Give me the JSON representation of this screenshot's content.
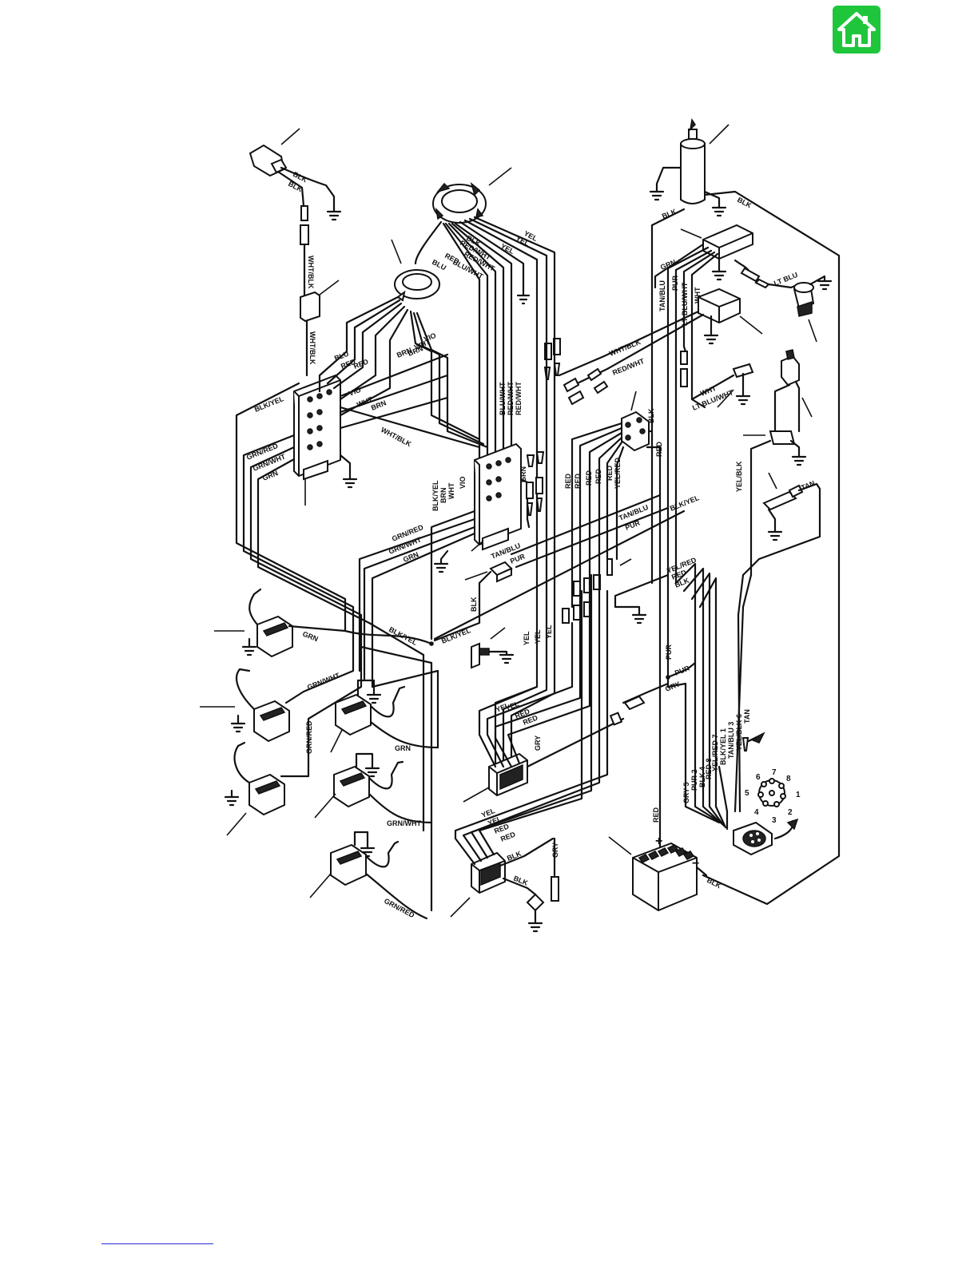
{
  "nav": {
    "home_icon": "home-icon",
    "accent": "#1fc63c"
  },
  "diagram": {
    "wire_labels": {
      "w_blk1": "BLK",
      "w_blk2": "BLK",
      "w_whtblk1": "WHT/BLK",
      "w_whtblk2": "WHT/BLK",
      "w_blkyel_l": "BLK/YEL",
      "w_grnred_l": "GRN/RED",
      "w_grnwht_l": "GRN/WHT",
      "w_grn_l": "GRN",
      "w_blu1": "BLU",
      "w_red1": "RED",
      "w_red2": "RED",
      "w_vio": "VIO",
      "w_wht": "WHT",
      "w_brn1": "BRN",
      "w_brn2": "BRN",
      "w_vio2": "VIO",
      "w_wht2": "WHT",
      "w_brn3": "BRN",
      "w_whtblk3": "WHT/BLK",
      "s_yel1": "YEL",
      "s_yel2": "YEL",
      "s_blk": "BLK",
      "s_yel3": "YEL",
      "s_redwht1": "RED/WHT",
      "s_redwht2": "RED/WHT",
      "s_bluwht1": "BLU/WHT",
      "s_red": "RED",
      "s_blu": "BLU",
      "c_bluwht": "BLU/WHT",
      "c_redwht": "RED/WHT",
      "c_redwht2": "RED/WHT",
      "c_blkyel": "BLK/YEL",
      "c_brn": "BRN",
      "c_wht": "WHT",
      "c_vio": "VIO",
      "c_grn": "GRN",
      "m_grnred": "GRN/RED",
      "m_grnwht": "GRN/WHT",
      "m_grn": "GRN",
      "t_blk": "BLK",
      "t_blk2": "BLK",
      "t_grn": "GRN",
      "t_tanblu": "TAN/BLU",
      "t_pur": "PUR",
      "t_ltbluwht": "LT BLU/WHT",
      "t_wht": "WHT",
      "t_ltblu": "LT BLU",
      "t_whtblk": "WHT/BLK",
      "t_redwht": "RED/WHT",
      "t_wht2": "WHT",
      "t_ltbluwht2": "LT BLU/WHT",
      "r_blk": "BLK",
      "r_red": "RED",
      "r_red1": "RED",
      "r_red2": "RED",
      "r_red3": "RED",
      "r_red4": "RED",
      "r_red5": "RED",
      "r_yelred": "YEL/RED",
      "r_tanblu": "TAN/BLU",
      "r_pur": "PUR",
      "r_blkyel": "BLK/YEL",
      "r_yelblk": "YEL/BLK",
      "r_tan": "TAN",
      "r_yelred2": "YEL/RED",
      "r_red6": "RED",
      "r_blk3": "BLK",
      "p_tanblu": "TAN/BLU",
      "p_pur": "PUR",
      "p_blk": "BLK",
      "p_blkyel": "BLK/YEL",
      "y_yel1": "YEL",
      "y_yel2": "YEL",
      "y_yel3": "YEL",
      "c1_grn": "GRN",
      "c1_blkyel": "BLK/YEL",
      "c2_grnwht": "GRN/WHT",
      "c3_grnred": "GRN/RED",
      "c4_grn": "GRN",
      "c5_grnwht": "GRN/WHT",
      "c6_grnred": "GRN/RED",
      "k1_yel": "YEL",
      "k1_yel2": "YEL",
      "k1_red": "RED",
      "k1_red2": "RED",
      "k1_gry": "GRY",
      "k2_yel": "YEL",
      "k2_yel2": "YEL",
      "k2_red": "RED",
      "k2_red2": "RED",
      "k2_blk": "BLK",
      "k2_blk2": "BLK",
      "k2_gry": "GRY",
      "h_pur": "PUR",
      "h_pur2": "PUR",
      "h_gry": "GRY",
      "h_gry5": "GRY 5",
      "h_pur2n": "PUR 2",
      "h_blk4": "BLK 4",
      "h_red8": "RED 8",
      "h_yelred7": "YEL/RED 7",
      "h_blkyel1": "BLK/YEL 1",
      "h_tanblu3": "TAN/BLU 3",
      "h_yelblk6": "YEL/BLK 6",
      "h_tan": "TAN",
      "b_red": "RED",
      "b_blk": "BLK"
    },
    "plug_pins": [
      "1",
      "2",
      "3",
      "4",
      "5",
      "6",
      "7",
      "8"
    ],
    "battery": {
      "plus": "+",
      "minus": "−"
    }
  }
}
